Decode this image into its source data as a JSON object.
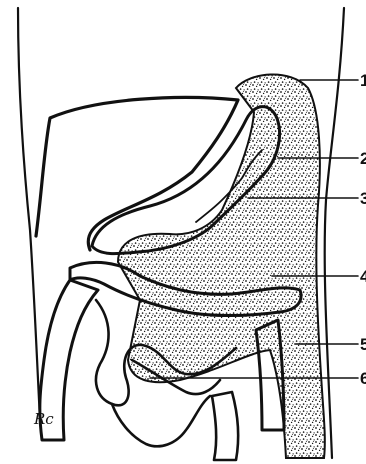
{
  "labels": [
    "1",
    "2",
    "3",
    "4",
    "5",
    "6"
  ],
  "signature": "Rc",
  "colors": {
    "ink": "#111111",
    "background": "#ffffff"
  }
}
